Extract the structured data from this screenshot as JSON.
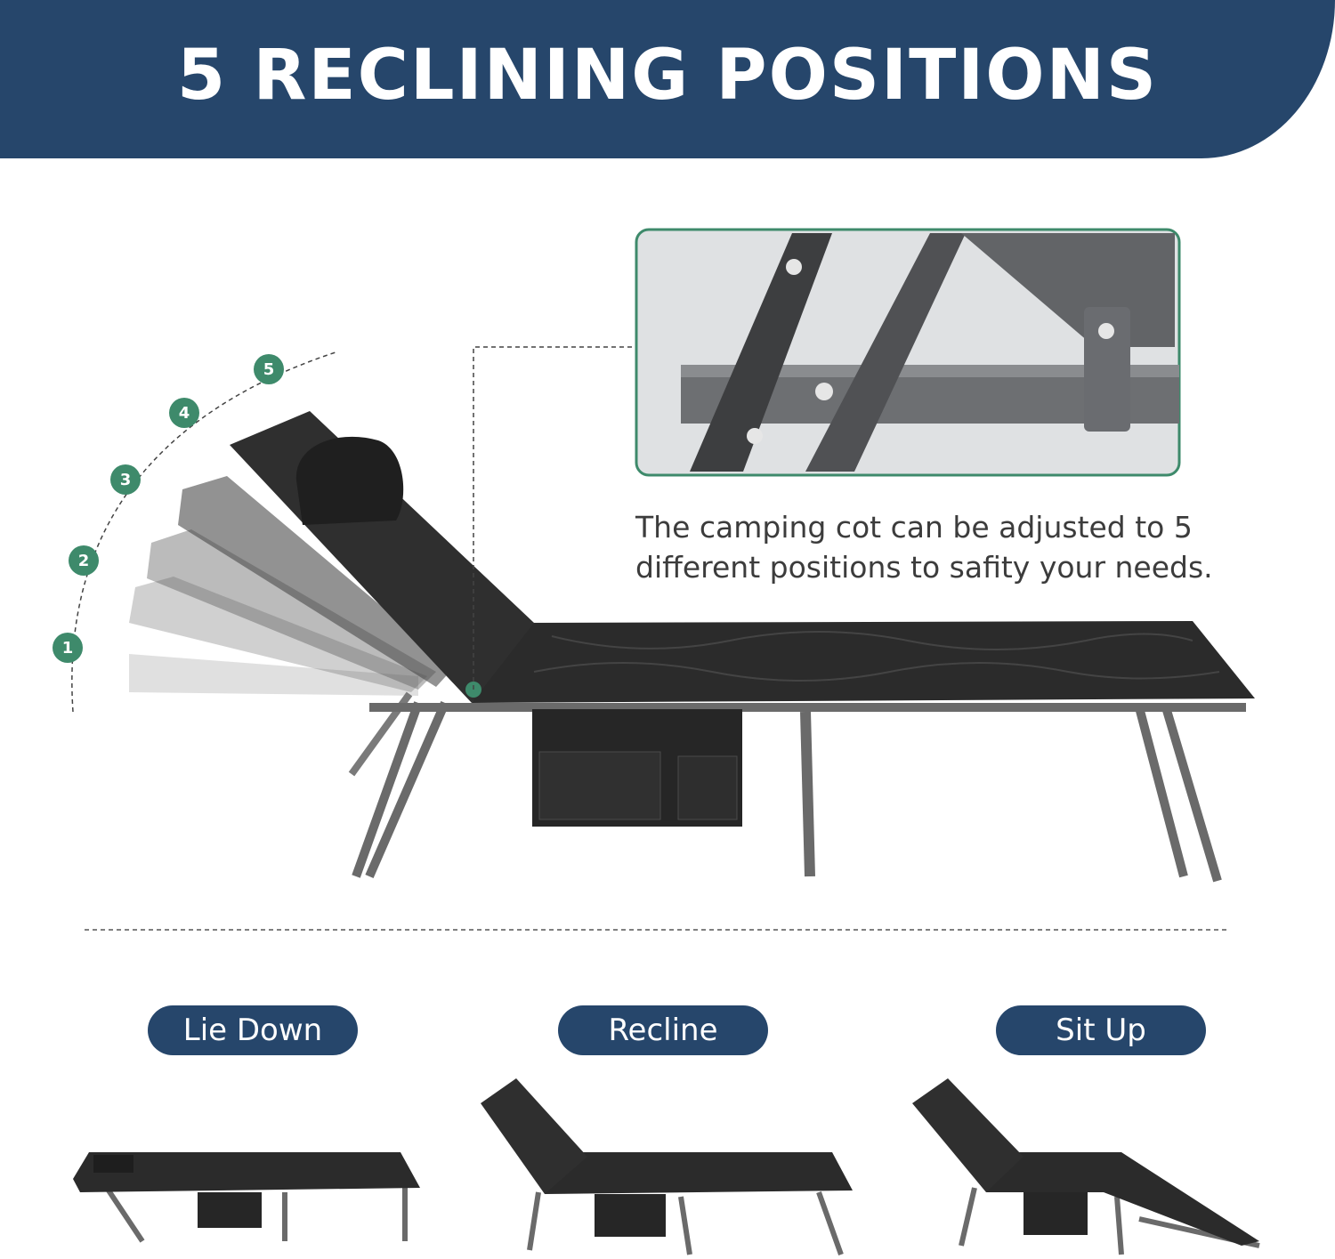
{
  "header": {
    "title": "5 RECLINING POSITIONS"
  },
  "positions": {
    "markers": [
      "1",
      "2",
      "3",
      "4",
      "5"
    ],
    "description": "The camping cot can be adjusted to 5 different positions to safity your needs."
  },
  "modes": [
    {
      "label": "Lie Down"
    },
    {
      "label": "Recline"
    },
    {
      "label": "Sit Up"
    }
  ],
  "colors": {
    "banner": "#26466b",
    "accent_green": "#3e8a6b",
    "cot_fabric": "#2b2b2b",
    "frame": "#6e6e6e"
  }
}
